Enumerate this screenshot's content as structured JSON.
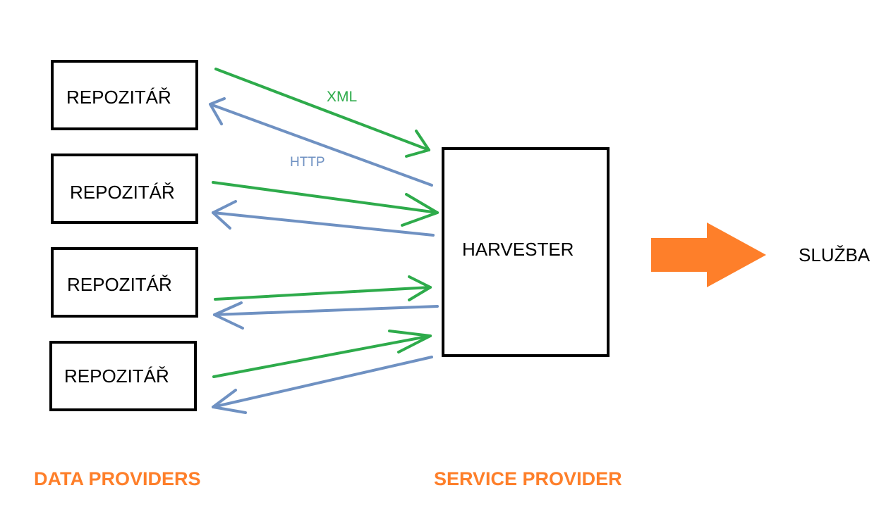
{
  "colors": {
    "xml_arrow": "#2eab4b",
    "http_arrow": "#6f91c2",
    "output_arrow": "#fe7f2a",
    "caption": "#fe7f2a",
    "box_border": "#000000"
  },
  "repositories": [
    {
      "label": "REPOZITÁŘ"
    },
    {
      "label": "REPOZITÁŘ"
    },
    {
      "label": "REPOZITÁŘ"
    },
    {
      "label": "REPOZITÁŘ"
    }
  ],
  "harvester": {
    "label": "HARVESTER"
  },
  "protocol_labels": {
    "xml": "XML",
    "http": "HTTP"
  },
  "service": {
    "label": "SLUŽBA"
  },
  "captions": {
    "data_providers": "DATA PROVIDERS",
    "service_provider": "SERVICE PROVIDER"
  }
}
